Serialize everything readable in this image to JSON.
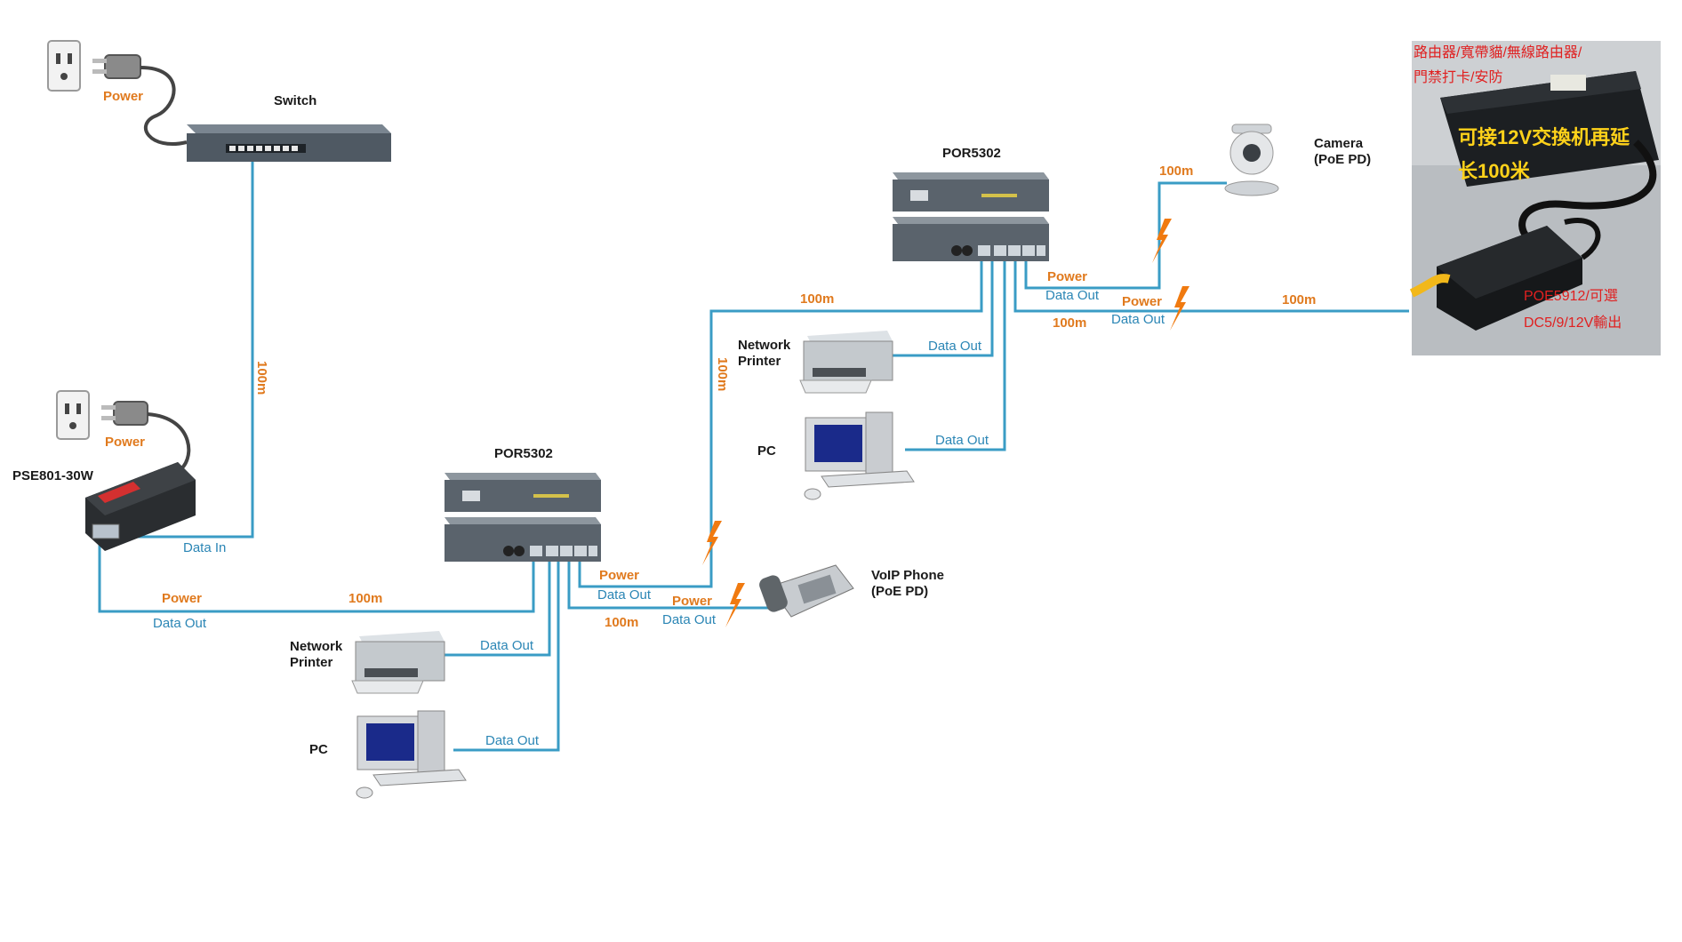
{
  "devices": {
    "switch": "Switch",
    "pse": "PSE801-30W",
    "por_left": "POR5302",
    "por_right": "POR5302",
    "camera_line1": "Camera",
    "camera_line2": "(PoE PD)",
    "voip_line1": "VoIP Phone",
    "voip_line2": "(PoE PD)",
    "printer_line1": "Network",
    "printer_line2": "Printer",
    "pc": "PC"
  },
  "labels": {
    "power": "Power",
    "data_in": "Data In",
    "data_out": "Data Out",
    "distance": "100m"
  },
  "photo": {
    "line1": "路由器/寬帶貓/無線路由器/",
    "line2": "門禁打卡/安防",
    "headline1": "可接12V交換机再延",
    "headline2": "长100米",
    "product1": "POE5912/可選",
    "product2": "DC5/9/12V輸出"
  },
  "colors": {
    "cable": "#3a9cc5",
    "power_label": "#e07a1e",
    "data_label": "#2b86b5",
    "photo_red": "#e02020",
    "photo_yellow": "#ffd21a"
  }
}
